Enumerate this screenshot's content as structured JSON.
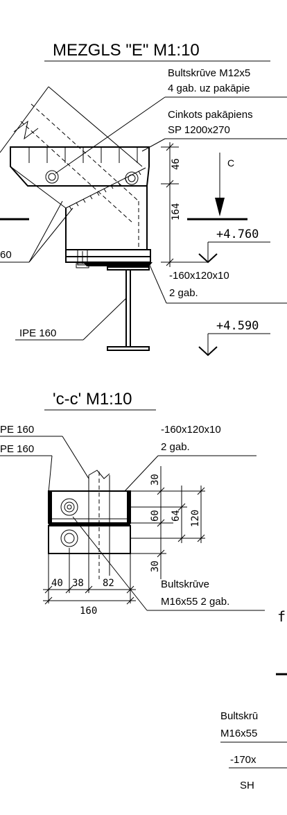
{
  "detail_e": {
    "title": "MEZGLS \"E\" M1:10",
    "callout_bolt_line1": "Bultskrūve M12x5",
    "callout_bolt_line2": "4 gab. uz pakāpie",
    "callout_step_line1": "Cinkots pakāpiens",
    "callout_step_line2": "SP 1200x270",
    "section_mark": "C",
    "dim_46": "46",
    "dim_164": "164",
    "level_upper": "+4.760",
    "level_lower": "+4.590",
    "plate_label_line1": "-160x120x10",
    "plate_label_line2": "2 gab.",
    "beam_label": "IPE 160",
    "left_partial_label": "60"
  },
  "section_cc": {
    "title": "'c-c' M1:10",
    "label_ipe_a": "PE 160",
    "label_ipe_b": "PE 160",
    "plate_label_line1": "-160x120x10",
    "plate_label_line2": "2 gab.",
    "dim_30_top": "30",
    "dim_60": "60",
    "dim_64": "64",
    "dim_120": "120",
    "dim_30_bottom": "30",
    "dim_40": "40",
    "dim_38": "38",
    "dim_82": "82",
    "dim_160": "160",
    "bolt_label_line1": "Bultskrūve",
    "bolt_label_line2": "M16x55 2 gab."
  },
  "partial": {
    "letter_f": "f",
    "bolt_line1": "Bultskrū",
    "bolt_line2": "M16x55",
    "plate": "-170x",
    "sh": "SH"
  }
}
